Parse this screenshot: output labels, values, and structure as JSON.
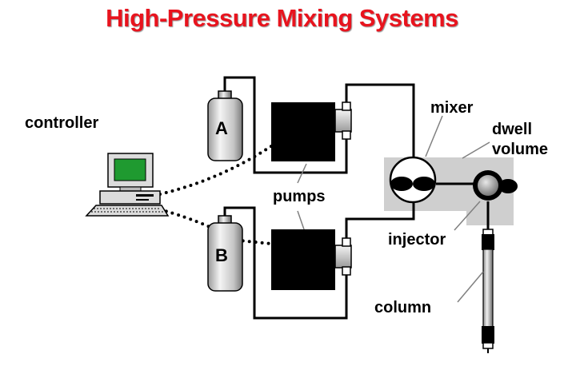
{
  "title": "High-Pressure Mixing Systems",
  "labels": {
    "controller": "controller",
    "pumps": "pumps",
    "mixer": "mixer",
    "dwell_line1": "dwell",
    "dwell_line2": "volume",
    "injector": "injector",
    "column": "column",
    "bottle_a": "A",
    "bottle_b": "B"
  },
  "colors": {
    "title": "#e8141e",
    "dwell_volume": "#cfcfcf",
    "monitor_screen": "#1f9a30",
    "pump_body": "#000000",
    "line": "#000000"
  },
  "icons": {
    "controller": "desktop-computer-icon",
    "bottle": "solvent-bottle-icon",
    "pump": "pump-block-icon",
    "mixer": "mixer-chamber-icon",
    "injector": "injector-valve-icon",
    "column": "hplc-column-icon"
  }
}
